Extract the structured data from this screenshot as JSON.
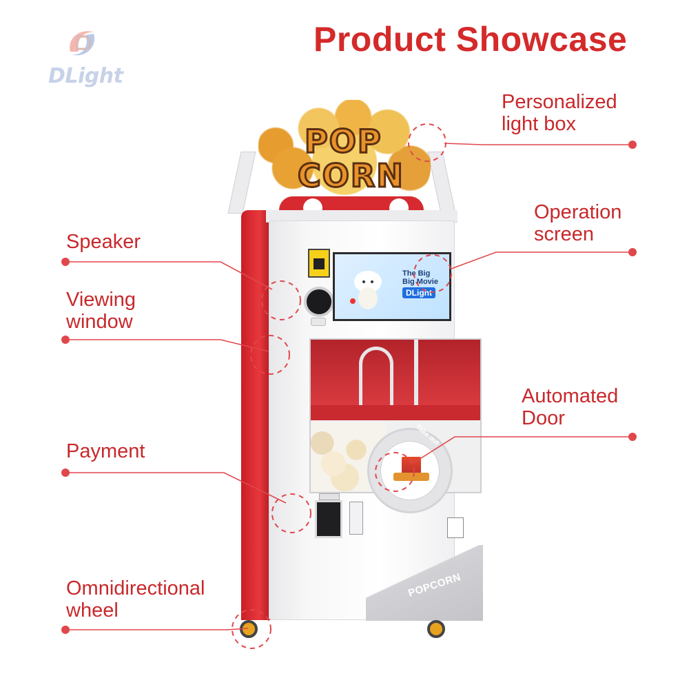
{
  "brand": {
    "logo_text": "DLight"
  },
  "title": "Product Showcase",
  "callouts": [
    {
      "id": "personalized-light-box",
      "label": "Personalized\nlight box"
    },
    {
      "id": "operation-screen",
      "label": "Operation\nscreen"
    },
    {
      "id": "speaker",
      "label": "Speaker"
    },
    {
      "id": "viewing-window",
      "label": "Viewing\nwindow"
    },
    {
      "id": "automated-door",
      "label": "Automated\nDoor"
    },
    {
      "id": "payment",
      "label": "Payment"
    },
    {
      "id": "omnidirectional-wheel",
      "label": "Omnidirectional\nwheel"
    }
  ],
  "machine": {
    "sign_line1": "POP",
    "sign_line2": "CORN",
    "screen_text": "The Big\nBig Movie",
    "screen_badge": "DLight",
    "door_label": "Take out",
    "base_text": "POPCORN"
  },
  "colors": {
    "accent": "#d42a2a",
    "callout": "#e0474b"
  }
}
